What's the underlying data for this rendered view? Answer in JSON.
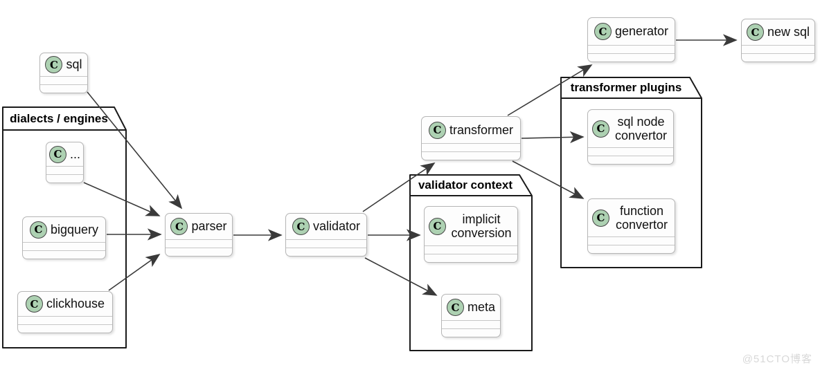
{
  "diagram": {
    "stereotype_glyph": "C",
    "packages": [
      {
        "title": "dialects / engines"
      },
      {
        "title": "validator context"
      },
      {
        "title": "transformer plugins"
      }
    ],
    "classes": [
      {
        "label": "sql"
      },
      {
        "label": "..."
      },
      {
        "label": "bigquery"
      },
      {
        "label": "clickhouse"
      },
      {
        "label": "parser"
      },
      {
        "label": "validator"
      },
      {
        "label": "transformer"
      },
      {
        "label": "implicit conversion"
      },
      {
        "label": "meta"
      },
      {
        "label": "sql node convertor"
      },
      {
        "label": "function convertor"
      },
      {
        "label": "generator"
      },
      {
        "label": "new sql"
      }
    ],
    "edges": [
      {
        "from": "sql",
        "to": "parser"
      },
      {
        "from": "...",
        "to": "parser"
      },
      {
        "from": "bigquery",
        "to": "parser"
      },
      {
        "from": "clickhouse",
        "to": "parser"
      },
      {
        "from": "parser",
        "to": "validator"
      },
      {
        "from": "validator",
        "to": "transformer"
      },
      {
        "from": "validator",
        "to": "implicit conversion"
      },
      {
        "from": "validator",
        "to": "meta"
      },
      {
        "from": "transformer",
        "to": "generator"
      },
      {
        "from": "transformer",
        "to": "sql node convertor"
      },
      {
        "from": "transformer",
        "to": "function convertor"
      },
      {
        "from": "generator",
        "to": "new sql"
      }
    ]
  },
  "colors": {
    "class_icon_fill": "#ADD1B2",
    "arrow": "#3A3A3A",
    "package_border": "#1A1A1A"
  },
  "watermark": {
    "text": "@51CTO博客"
  }
}
